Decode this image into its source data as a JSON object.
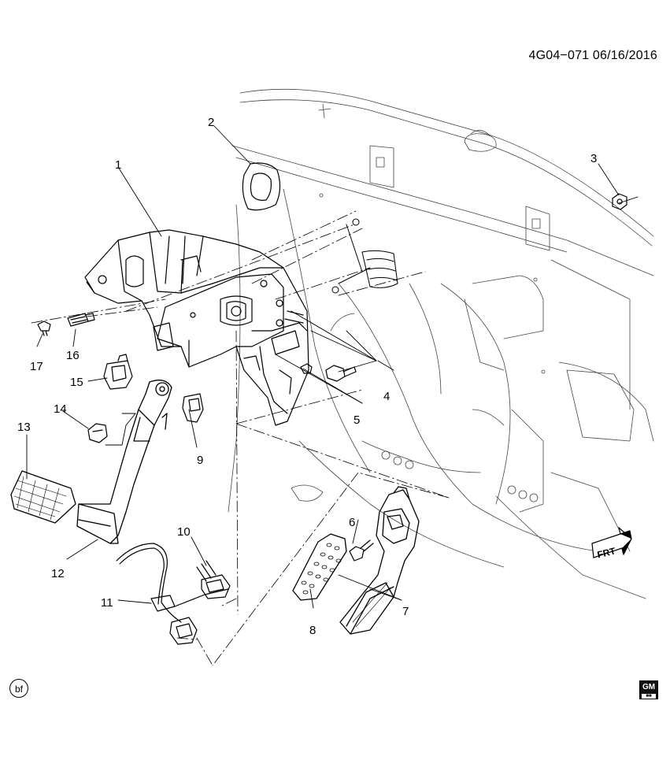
{
  "document": {
    "id_date": "4G04−071  06/16/2016",
    "corner_badge": "bf",
    "logo_text": "GM"
  },
  "callouts": [
    {
      "num": "1"
    },
    {
      "num": "2"
    },
    {
      "num": "3"
    },
    {
      "num": "4"
    },
    {
      "num": "5"
    },
    {
      "num": "6"
    },
    {
      "num": "7"
    },
    {
      "num": "8"
    },
    {
      "num": "9"
    },
    {
      "num": "10"
    },
    {
      "num": "11"
    },
    {
      "num": "12"
    },
    {
      "num": "13"
    },
    {
      "num": "14"
    },
    {
      "num": "15"
    },
    {
      "num": "16"
    },
    {
      "num": "17"
    }
  ],
  "direction_arrow": {
    "label": "FRT"
  }
}
